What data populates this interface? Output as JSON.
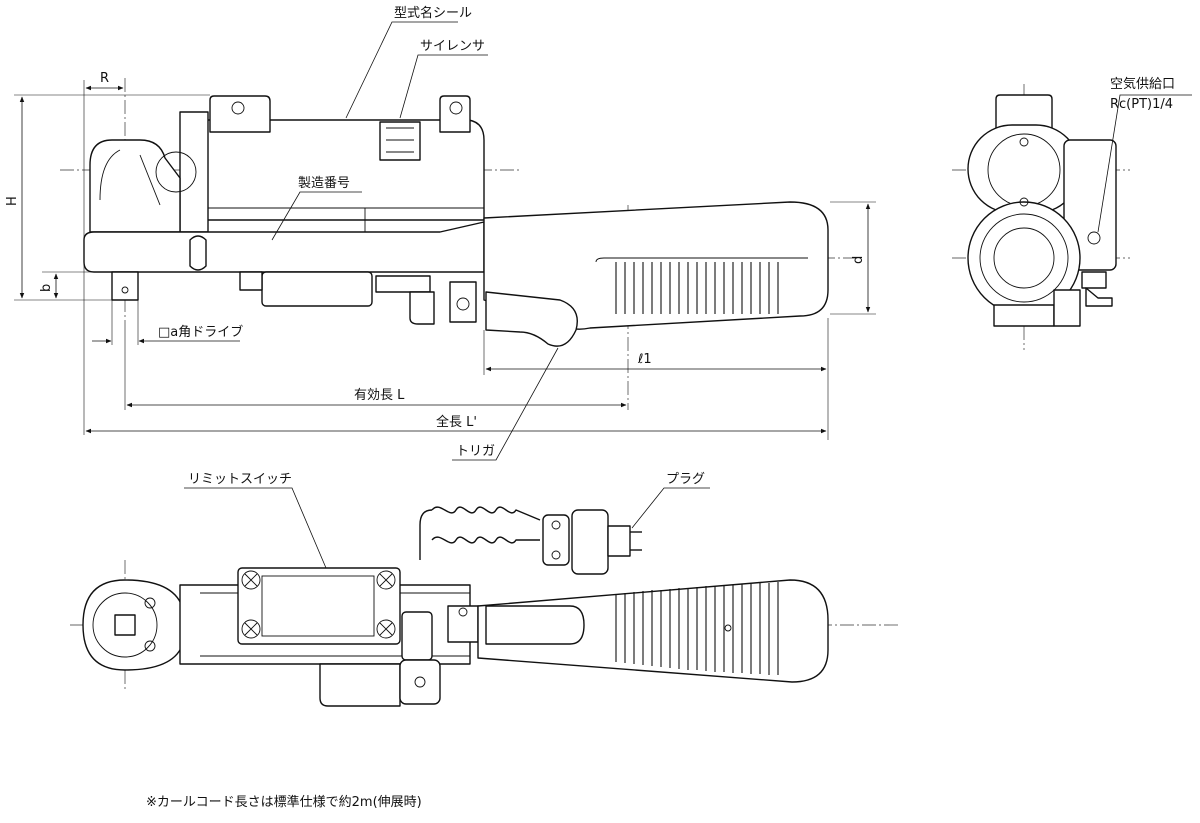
{
  "labels": {
    "model_seal": "型式名シール",
    "silencer": "サイレンサ",
    "serial_number": "製造番号",
    "trigger": "トリガ",
    "air_inlet_1": "空気供給口",
    "air_inlet_2": "Rc(PT)1/4",
    "limit_switch": "リミットスイッチ",
    "plug": "プラグ"
  },
  "dimensions": {
    "R": "R",
    "H": "H",
    "b": "b",
    "square_drive": "□a角ドライブ",
    "l1": "ℓ1",
    "d": "d",
    "effective_length": "有効長 L",
    "overall_length": "全長 L'"
  },
  "footnote": "※カールコード長さは標準仕様で約2m(伸展時)"
}
